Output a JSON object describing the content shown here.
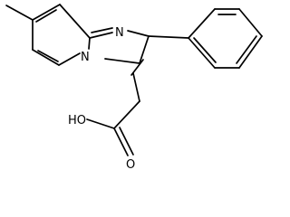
{
  "atoms": {
    "n_imidazole": "N",
    "n_bridge": "N",
    "hydroxyl": "HO",
    "carbonyl_o": "O"
  }
}
